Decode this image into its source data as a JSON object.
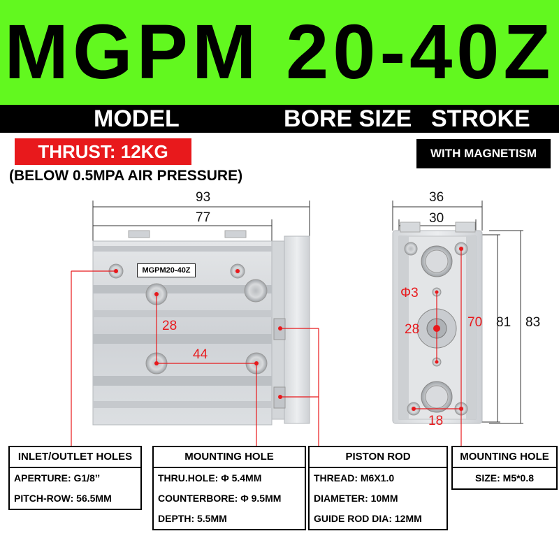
{
  "banner": {
    "title": "MGPM 20-40Z",
    "bg_color": "#62f81f"
  },
  "subtitle": {
    "model": "MODEL",
    "bore_size": "BORE SIZE",
    "stroke": "STROKE"
  },
  "thrust": {
    "label": "THRUST: 12KG",
    "color": "#e8191c"
  },
  "magnetism": {
    "label": "WITH MAGNETISM"
  },
  "pressure_note": "(BELOW 0.5MPA AIR PRESSURE)",
  "front_view": {
    "tag": "MGPM20-40Z",
    "dims": {
      "overall_length": "93",
      "body_length": "77",
      "hole_pitch_vertical": "28",
      "hole_pitch_horizontal": "44"
    }
  },
  "side_view": {
    "dims": {
      "width_outer": "36",
      "width_inner": "30",
      "height_70": "70",
      "height_81": "81",
      "height_83": "83",
      "bore": "28",
      "small_hole": "Φ3",
      "bottom_pitch": "18"
    }
  },
  "info_boxes": {
    "inlet": {
      "title": "INLET/OUTLET HOLES",
      "rows": [
        "APERTURE: G1/8’’",
        "PITCH-ROW: 56.5MM"
      ]
    },
    "mounting": {
      "title": "MOUNTING HOLE",
      "rows": [
        "THRU.HOLE: Φ 5.4MM",
        "COUNTERBORE: Φ 9.5MM",
        "DEPTH: 5.5MM"
      ]
    },
    "piston": {
      "title": "PISTON ROD",
      "rows": [
        "THREAD: M6X1.0",
        "DIAMETER: 10MM",
        "GUIDE ROD DIA: 12MM"
      ]
    },
    "mounting2": {
      "title": "MOUNTING HOLE",
      "rows": [
        "SIZE: M5*0.8"
      ]
    }
  }
}
